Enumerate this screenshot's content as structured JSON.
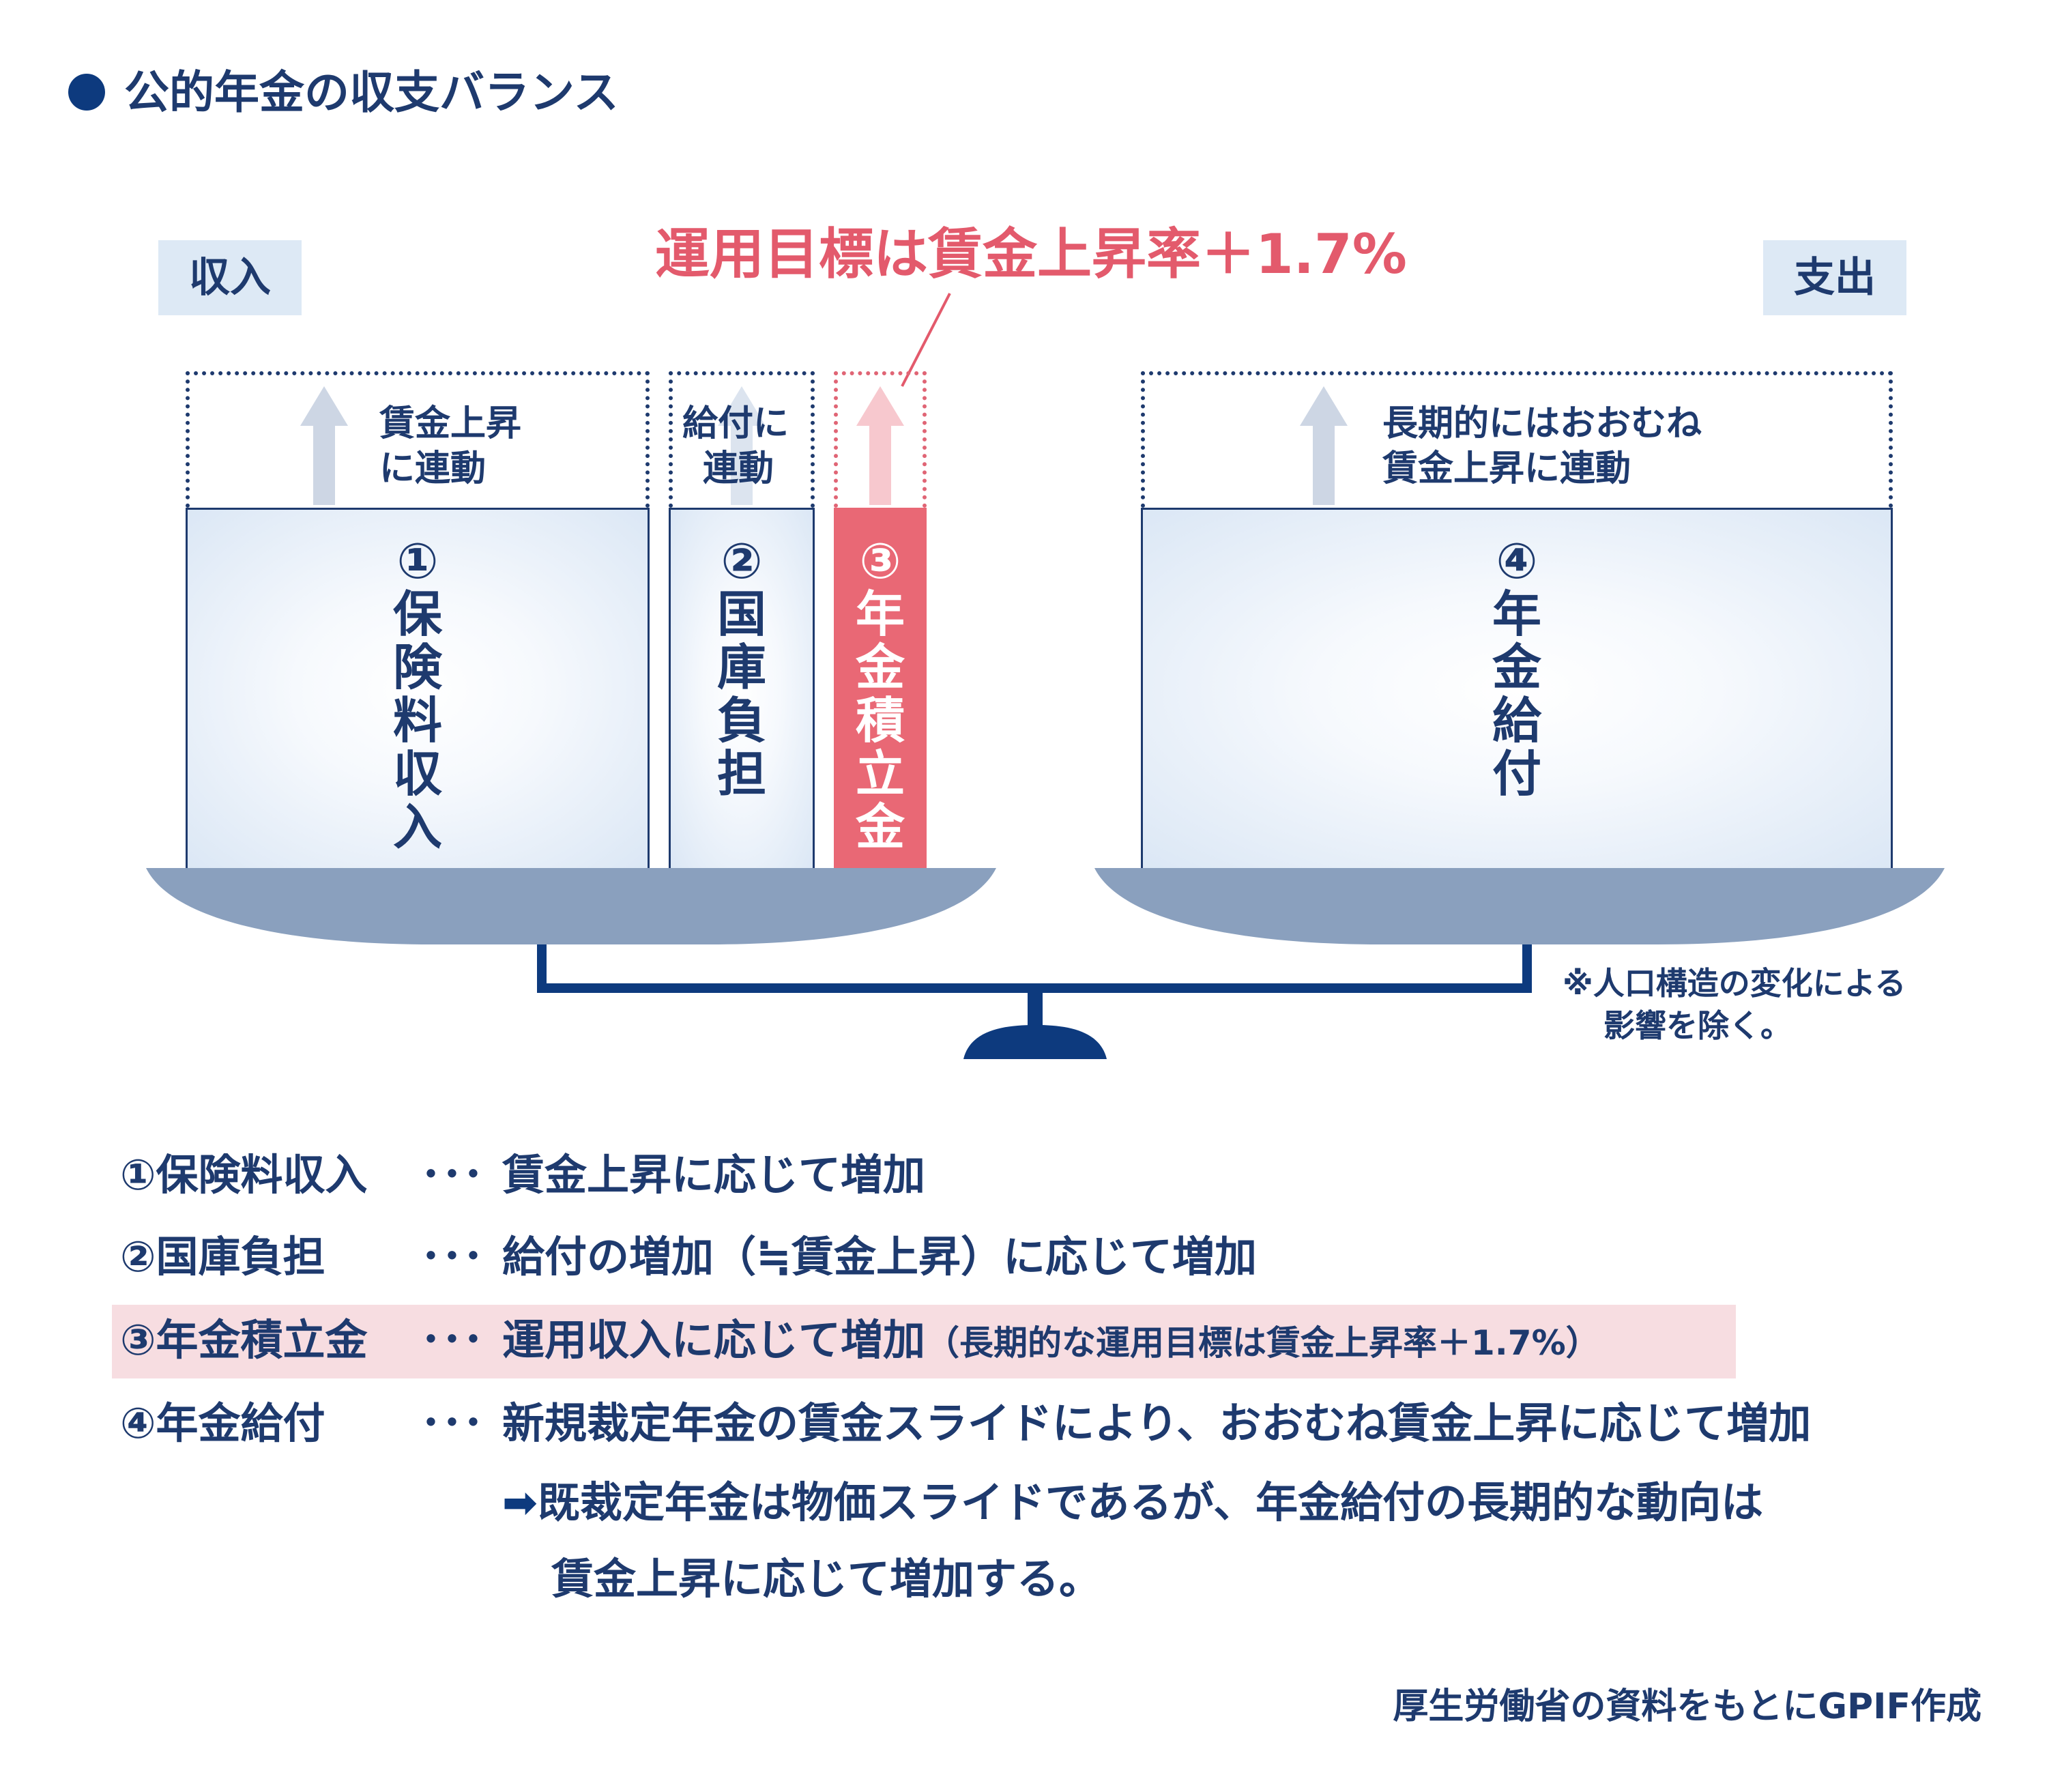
{
  "title": "公的年金の収支バランス",
  "income_tag": "収入",
  "expense_tag": "支出",
  "target_text": "運用目標は賃金上昇率＋1.7%",
  "captions": {
    "premium_line1": "賃金上昇",
    "premium_line2": "に連動",
    "subsidy_line1": "給付に",
    "subsidy_line2": "連動",
    "benefit_line1": "長期的にはおおむね",
    "benefit_line2": "賃金上昇に連動"
  },
  "bars": {
    "premium": [
      "①",
      "保",
      "険",
      "料",
      "収",
      "入"
    ],
    "subsidy": [
      "②",
      "国",
      "庫",
      "負",
      "担"
    ],
    "reserve": [
      "③",
      "年",
      "金",
      "積",
      "立",
      "金"
    ],
    "benefit": [
      "④",
      "年",
      "金",
      "給",
      "付"
    ]
  },
  "note_line1": "※人口構造の変化による",
  "note_line2": "影響を除く。",
  "legend": [
    {
      "key": "①保険料収入",
      "dots": "･･･",
      "value": "賃金上昇に応じて増加",
      "extra": ""
    },
    {
      "key": "②国庫負担",
      "dots": "･･･",
      "value": "給付の増加（≒賃金上昇）に応じて増加",
      "extra": ""
    },
    {
      "key": "③年金積立金",
      "dots": "･･･",
      "value": "運用収入に応じて増加",
      "extra": "（長期的な運用目標は賃金上昇率＋1.7%）"
    },
    {
      "key": "④年金給付",
      "dots": "･･･",
      "value": "新規裁定年金の賃金スライドにより、おおむね賃金上昇に応じて増加",
      "extra": ""
    }
  ],
  "followup_arrow": "➡",
  "followup_line1": "既裁定年金は物価スライドであるが、年金給付の長期的な動向は",
  "followup_line2": "賃金上昇に応じて増加する。",
  "credit": "厚生労働省の資料をもとにGPIF作成",
  "colors": {
    "navy": "#1e3a6e",
    "red": "#e96875",
    "tag_bg": "#dde9f5",
    "highlight": "#f7dde1",
    "pan": "#8aa0be"
  }
}
